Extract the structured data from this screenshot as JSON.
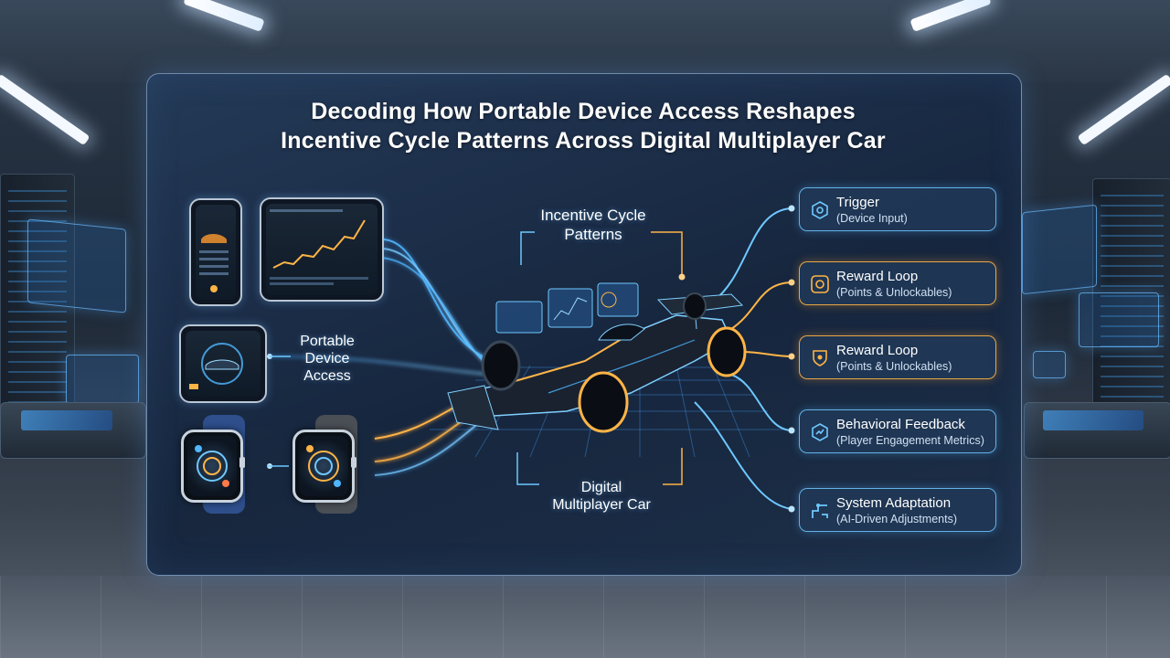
{
  "title": {
    "line1": "Decoding How Portable Device Access Reshapes",
    "line2": "Incentive Cycle Patterns Across Digital Multiplayer Car"
  },
  "labels": {
    "portable_access": [
      "Portable",
      "Device",
      "Access"
    ],
    "incentive_cycle": [
      "Incentive Cycle",
      "Patterns"
    ],
    "digital_car": [
      "Digital",
      "Multiplayer Car"
    ]
  },
  "nodes": [
    {
      "title": "Trigger",
      "subtitle": "(Device Input)",
      "accent": "#6ec8ff",
      "icon": "device-touch-icon"
    },
    {
      "title": "Reward Loop",
      "subtitle": "(Points & Unlockables)",
      "accent": "#ffb446",
      "icon": "reward-icon"
    },
    {
      "title": "Reward Loop",
      "subtitle": "(Points & Unlockables)",
      "accent": "#ffb446",
      "icon": "reward-icon"
    },
    {
      "title": "Behavioral Feedback",
      "subtitle": "(Player Engagement Metrics)",
      "accent": "#6ec8ff",
      "icon": "feedback-icon"
    },
    {
      "title": "System Adaptation",
      "subtitle": "(AI-Driven Adjustments)",
      "accent": "#6ec8ff",
      "icon": "adaptation-icon"
    }
  ],
  "colors": {
    "flow_blue": "#4fb6ff",
    "flow_amber": "#ffb446",
    "panel": "#1c3050"
  }
}
